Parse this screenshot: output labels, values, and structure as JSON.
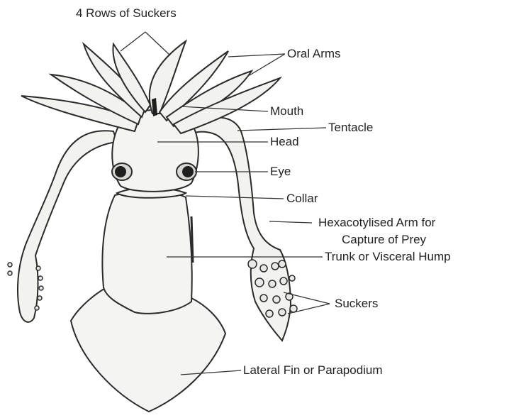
{
  "labels": {
    "rows_of_suckers": "4 Rows of Suckers",
    "oral_arms": "Oral Arms",
    "mouth": "Mouth",
    "tentacle": "Tentacle",
    "head": "Head",
    "eye": "Eye",
    "collar": "Collar",
    "hexacotylised_line1": "Hexacotylised Arm for",
    "hexacotylised_line2": "Capture of Prey",
    "trunk": "Trunk or Visceral Hump",
    "suckers": "Suckers",
    "lateral_fin": "Lateral Fin or Parapodium"
  }
}
